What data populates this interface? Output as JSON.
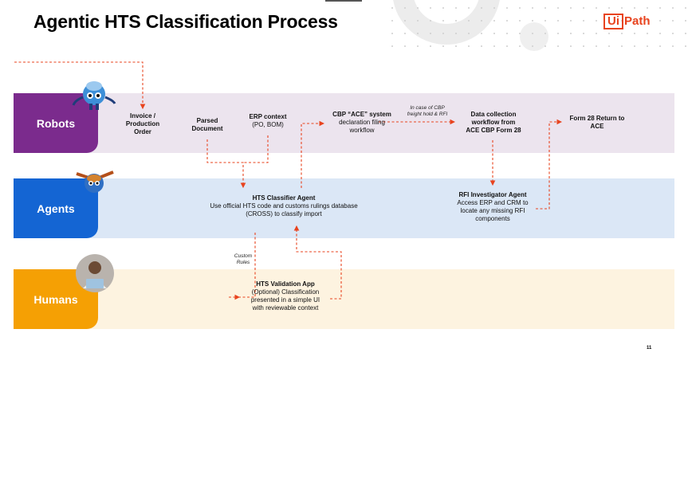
{
  "title": "Agentic HTS Classification Process",
  "logo": {
    "ui": "Ui",
    "path": "Path"
  },
  "lanes": {
    "robots": "Robots",
    "agents": "Agents",
    "humans": "Humans"
  },
  "nodes": {
    "invoice": {
      "line1": "Invoice /",
      "line2": "Production",
      "line3": "Order"
    },
    "parsed": {
      "line1": "Parsed",
      "line2": "Document"
    },
    "erp": {
      "title": "ERP context",
      "body": "(PO, BOM)"
    },
    "cbp": {
      "title": "CBP “ACE” system",
      "body1": "declaration filing",
      "body2": "workflow"
    },
    "datacollection": {
      "line1": "Data collection",
      "line2": "workflow from",
      "line3": "ACE CBP Form 28"
    },
    "form28": {
      "line1": "Form 28 Return to",
      "line2": "ACE"
    },
    "htsagent": {
      "title": "HTS Classifier Agent",
      "body1": "Use official HTS code and customs rulings database",
      "body2": "(CROSS) to classify import"
    },
    "rfiagent": {
      "title": "RFI Investigator Agent",
      "body1": "Access ERP and CRM to",
      "body2": "locate any missing RFI",
      "body3": "components"
    },
    "validation": {
      "title": "HTS Validation App",
      "body1": "(Optional) Classification",
      "body2": "presented in a simple UI",
      "body3": "with reviewable context"
    }
  },
  "notes": {
    "cbp_hold": {
      "line1": "In case of CBP",
      "line2": "freight hold & RFI"
    },
    "custom_rules": {
      "line1": "Custom",
      "line2": "Rules"
    }
  },
  "page_number": "11",
  "colors": {
    "robots": "#7b2b8d",
    "agents": "#1465d3",
    "humans": "#f5a004",
    "arrow": "#e8431e",
    "logo": "#e8431e"
  }
}
